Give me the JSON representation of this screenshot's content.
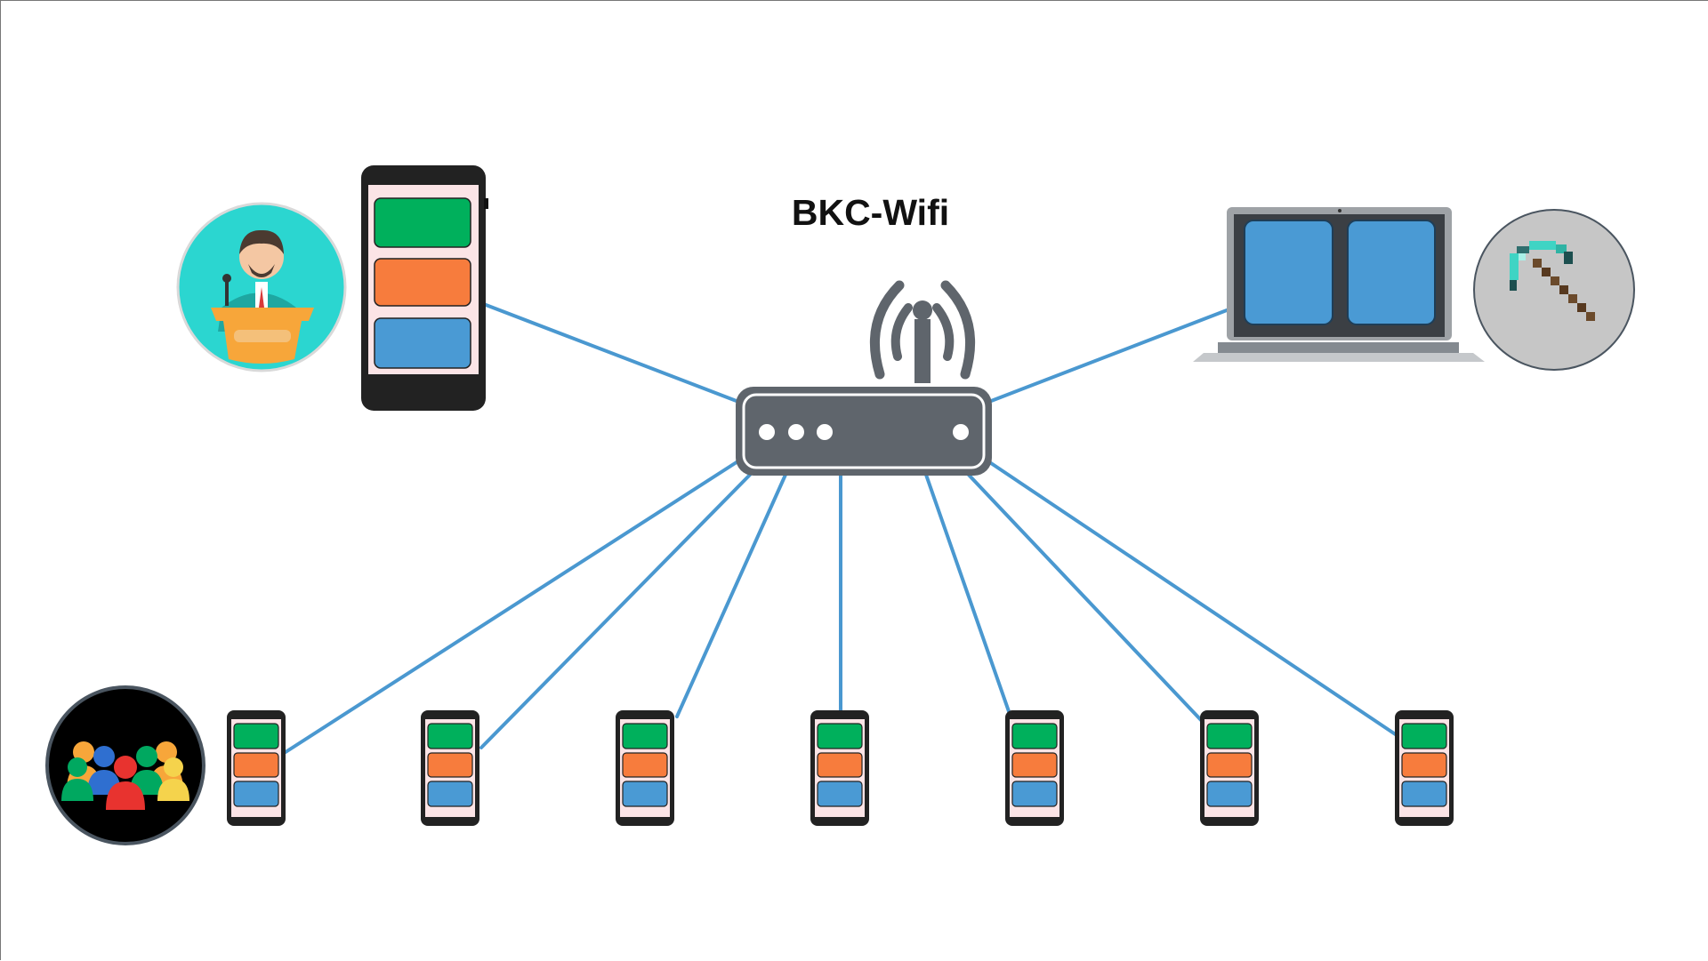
{
  "network": {
    "title": "BKC-Wifi"
  },
  "colors": {
    "link": "#4a98d0",
    "router_body": "#5f656c",
    "phone_green": "#00b05c",
    "phone_orange": "#f77c3d",
    "phone_blue": "#4a9ad4",
    "laptop_panel": "#4a9ad4",
    "speaker_bg": "#2bd6d0",
    "audience_bg": "#000000",
    "admin_bg": "#c6c6c6"
  },
  "nodes": {
    "speaker": {
      "role": "speaker",
      "icon": "speaker-at-podium-icon",
      "device": "smartphone"
    },
    "admin": {
      "role": "admin",
      "icon": "pickaxe-icon",
      "device": "laptop"
    },
    "audience": {
      "role": "audience",
      "icon": "audience-group-icon",
      "device_count": 7
    }
  }
}
